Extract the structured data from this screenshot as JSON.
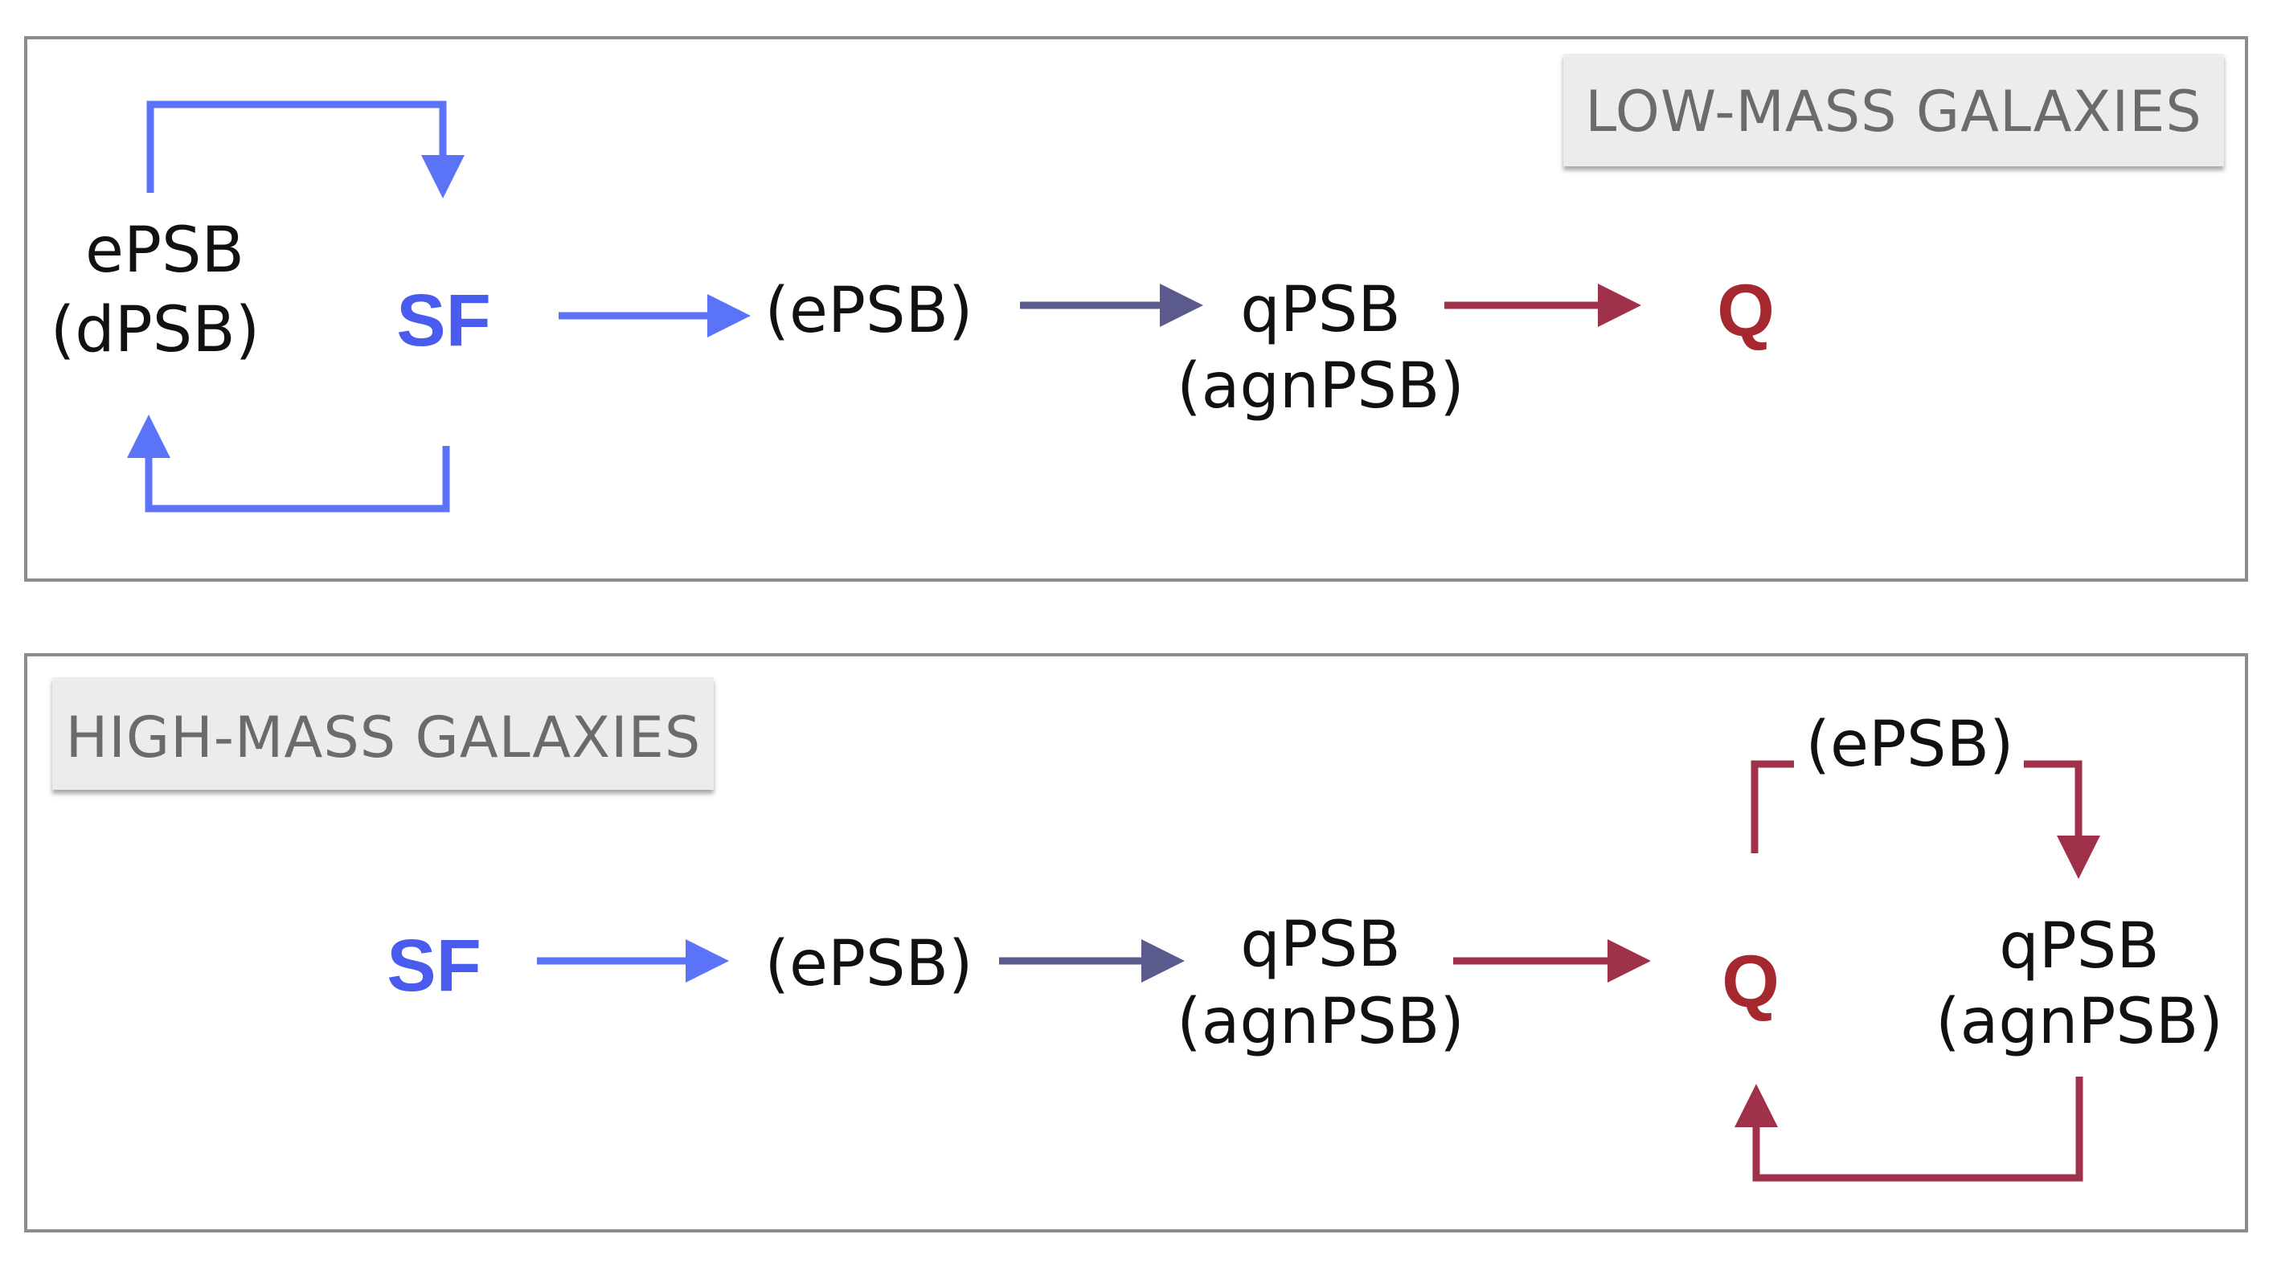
{
  "colors": {
    "sf": "#5a73f7",
    "quench": "#a6282f",
    "psb_flow": "#5b5a8c",
    "q_flow": "#a0314a",
    "panel_border": "#8c8c8c",
    "label_bg": "#ececec",
    "label_text": "#6b6b6b",
    "text": "#111111"
  },
  "low_mass": {
    "label": "LOW-MASS GALAXIES",
    "nodes": {
      "epsb_line1": "ePSB",
      "epsb_line2": "(dPSB)",
      "sf": "SF",
      "epsb_paren": "(ePSB)",
      "qpsb_line1": "qPSB",
      "qpsb_line2": "(agnPSB)",
      "q": "Q"
    }
  },
  "high_mass": {
    "label": "HIGH-MASS GALAXIES",
    "nodes": {
      "sf": "SF",
      "epsb_paren": "(ePSB)",
      "qpsb_line1": "qPSB",
      "qpsb_line2": "(agnPSB)",
      "q": "Q",
      "loop_top": "(ePSB)",
      "loop_qpsb_line1": "qPSB",
      "loop_qpsb_line2": "(agnPSB)"
    }
  }
}
